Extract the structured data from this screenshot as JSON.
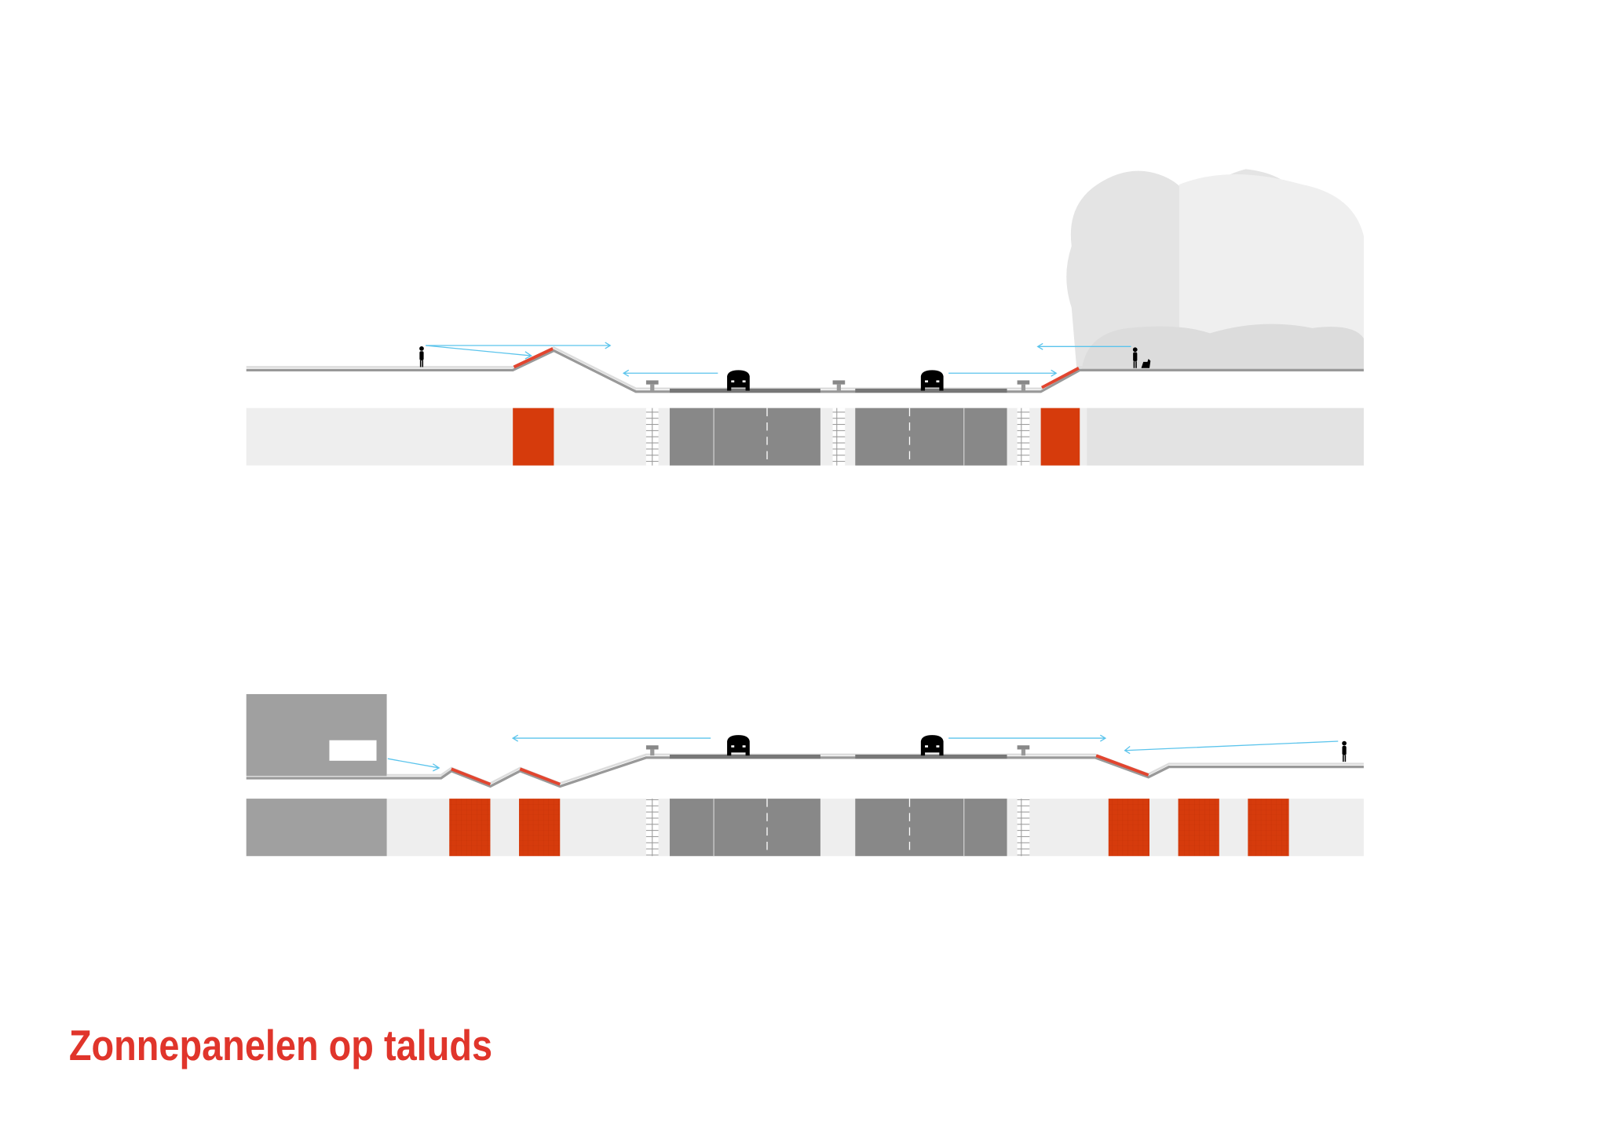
{
  "title": "Zonnepanelen op taluds",
  "colors": {
    "title": "#e0352b",
    "solar_panel": "#d63b0c",
    "solar_slope": "#e2452f",
    "road": "#888888",
    "ground": "#eeeeee",
    "building": "#a0a0a0",
    "sightline": "#5bc4ec",
    "trees": "#e2e2e2"
  },
  "sections": [
    {
      "name": "section-top",
      "solar_panels_on_slopes": 2
    },
    {
      "name": "section-bottom",
      "solar_panels_on_slopes": 5
    }
  ]
}
